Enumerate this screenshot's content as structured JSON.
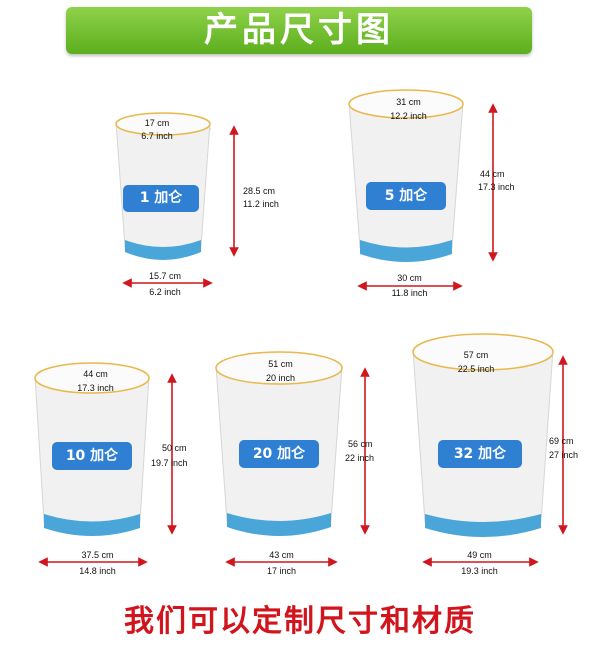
{
  "title": "产品尺寸图",
  "footer": "我们可以定制尺寸和材质",
  "colors": {
    "banner": "#6cbf2a",
    "label": "#2f7fd3",
    "base": "#4aa6d8",
    "arrow": "#d0161e",
    "footer": "#d2141c"
  },
  "bags": [
    {
      "label": "1 加仑",
      "top_cm": "17 cm",
      "top_in": "6.7 inch",
      "height_cm": "28.5 cm",
      "height_in": "11.2 inch",
      "bottom_cm": "15.7 cm",
      "bottom_in": "6.2 inch"
    },
    {
      "label": "5 加仑",
      "top_cm": "31 cm",
      "top_in": "12.2 inch",
      "height_cm": "44 cm",
      "height_in": "17.3 inch",
      "bottom_cm": "30 cm",
      "bottom_in": "11.8 inch"
    },
    {
      "label": "10 加仑",
      "top_cm": "44 cm",
      "top_in": "17.3 inch",
      "height_cm": "50 cm",
      "height_in": "19.7 inch",
      "bottom_cm": "37.5 cm",
      "bottom_in": "14.8 inch"
    },
    {
      "label": "20 加仑",
      "top_cm": "51 cm",
      "top_in": "20 inch",
      "height_cm": "56 cm",
      "height_in": "22 inch",
      "bottom_cm": "43 cm",
      "bottom_in": "17 inch"
    },
    {
      "label": "32 加仑",
      "top_cm": "57 cm",
      "top_in": "22.5 inch",
      "height_cm": "69 cm",
      "height_in": "27 inch",
      "bottom_cm": "49 cm",
      "bottom_in": "19.3 inch"
    }
  ]
}
